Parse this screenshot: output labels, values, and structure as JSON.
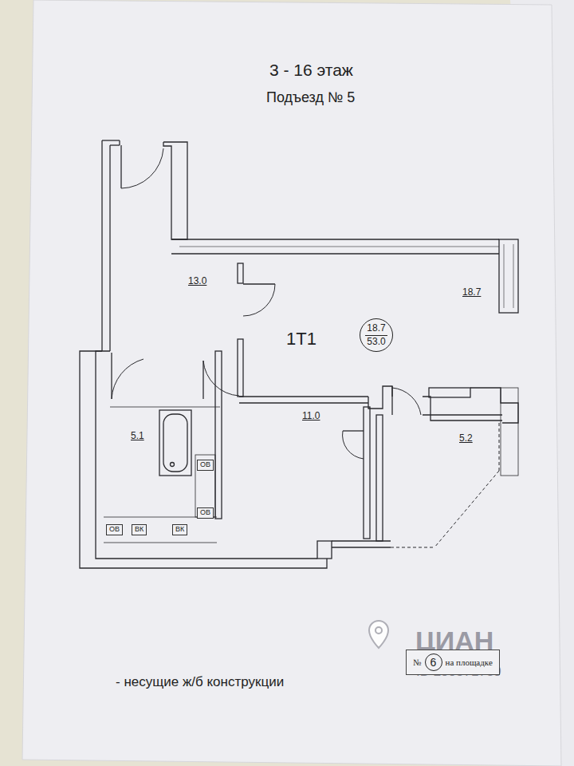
{
  "diagram": {
    "title": "3 - 16 этаж",
    "nodes": [
      {
        "text": [
          "18.7",
          "53.0"
        ]
      },
      {
        "text": [
          "ОВ"
        ]
      },
      {
        "text": [
          "ОВ"
        ]
      },
      {
        "text": [
          "ОВ"
        ]
      },
      {
        "text": [
          "ВК"
        ]
      },
      {
        "text": [
          "ВК"
        ]
      },
      {
        "text": [
          "№",
          "на площадке"
        ]
      },
      {
        "text": [
          "6"
        ],
        "in": 6
      }
    ],
    "labels": [
      "Подъезд № 5",
      "13.0",
      "18.7",
      "1T1",
      "5.1",
      "11.0",
      "5.2",
      "- несущие ж/б конструкции",
      "ЦИАН",
      "ID 299571789"
    ]
  }
}
